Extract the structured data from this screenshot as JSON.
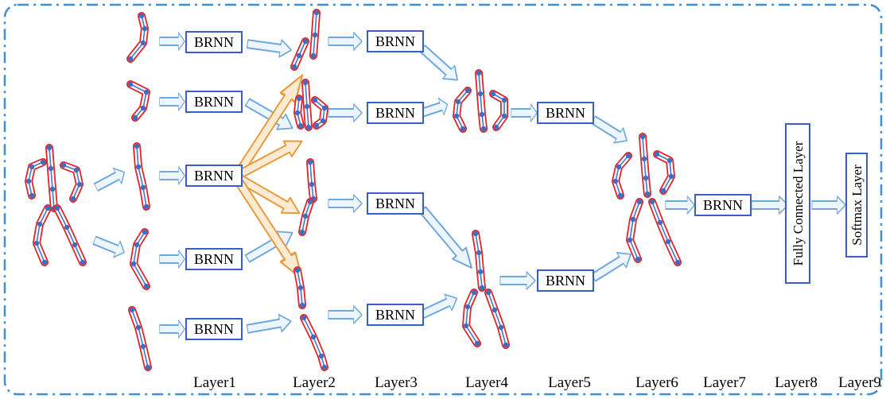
{
  "diagram": {
    "brnn_label": "BRNN",
    "fully_connected_label": "Fully Connected Layer",
    "softmax_label": "Softmax Layer",
    "layer_labels": [
      "Layer1",
      "Layer2",
      "Layer3",
      "Layer4",
      "Layer5",
      "Layer6",
      "Layer7",
      "Layer8",
      "Layer9"
    ],
    "colors": {
      "frame": "#3d8fd6",
      "box_border": "#3a5ec9",
      "blue_arrow": "#6ea8dd",
      "orange_arrow": "#e89a3c",
      "limb_outline": "#e0242c",
      "joint": "#3d6ec4"
    }
  }
}
